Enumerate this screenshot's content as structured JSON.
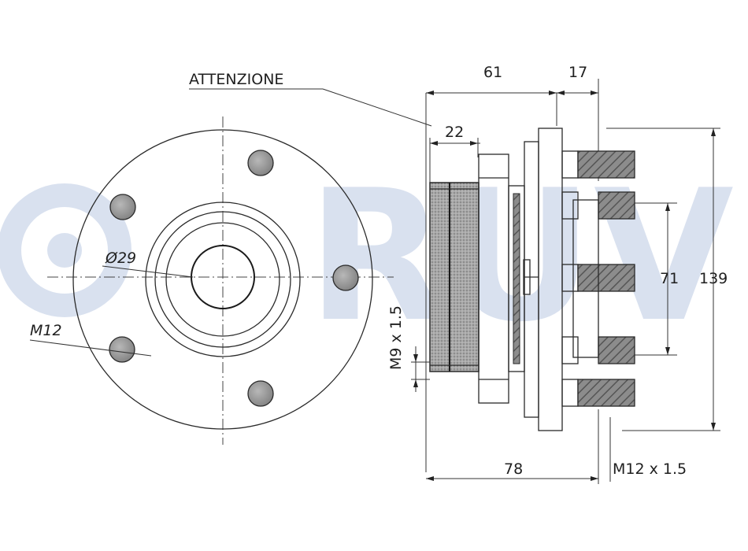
{
  "brand": {
    "watermark": "RUVILLE",
    "watermark_color": "#d9e1ef"
  },
  "colors": {
    "line": "#2a2a2a",
    "stud_fill": "#9a9a9a",
    "hatch_fill": "#8c8c8c"
  },
  "front_view": {
    "bolt_holes": 5,
    "bore_label": "Ø29",
    "thread_label": "M12"
  },
  "side_view": {
    "note_label": "ATTENZIONE",
    "dim_top_left": "61",
    "dim_top_right": "17",
    "dim_hub": "22",
    "dim_pcd_inner": "71",
    "dim_flange_outer": "139",
    "dim_total_width": "78",
    "thread_inner": "M9 x 1.5",
    "thread_studs": "M12 x 1.5"
  }
}
